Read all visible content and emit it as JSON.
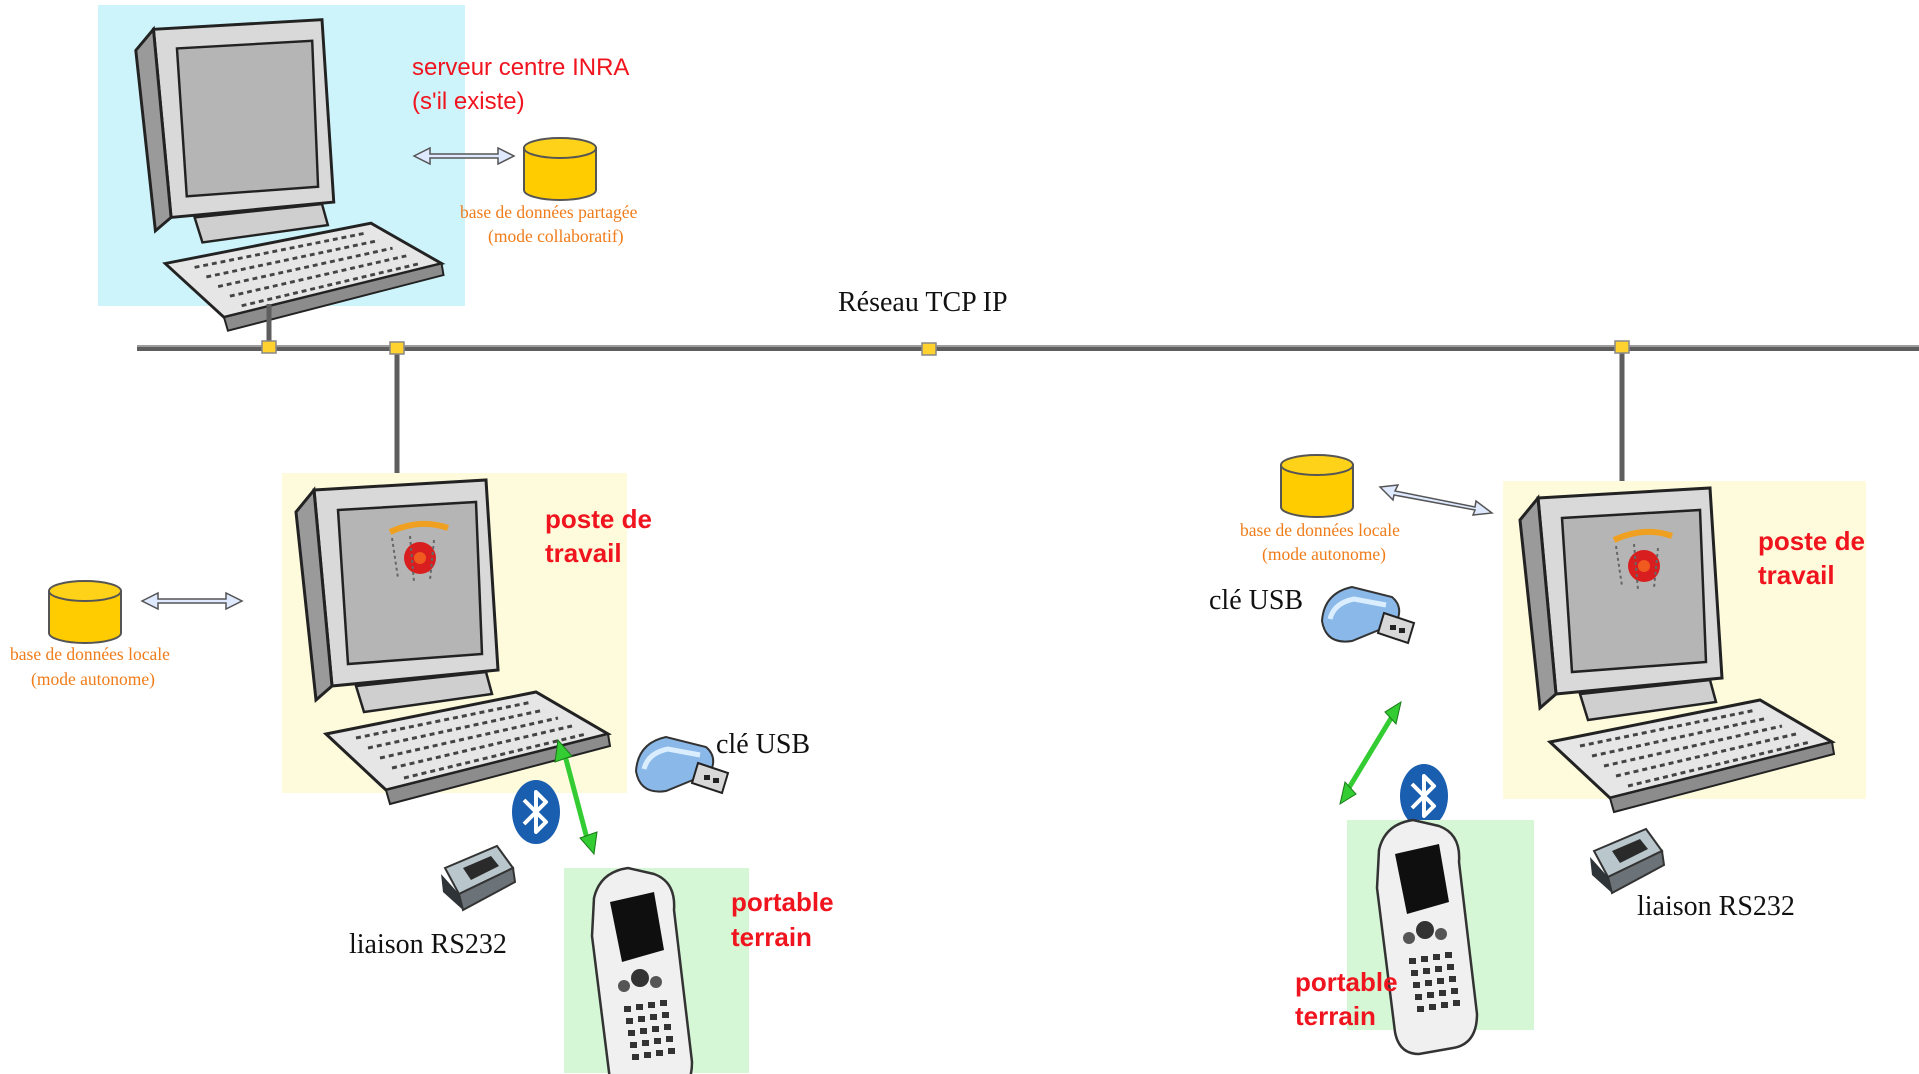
{
  "network": {
    "label": "Réseau TCP IP"
  },
  "server": {
    "name_line1": "serveur centre INRA",
    "name_line2": "(s'il existe)",
    "db_line1": "base de données partagée",
    "db_line2": "(mode collaboratif)"
  },
  "workstation_left": {
    "title_line1": "poste de",
    "title_line2": "travail",
    "db_line1": "base de données locale",
    "db_line2": "(mode autonome)",
    "usb_label": "clé USB",
    "rs232_label": "liaison RS232",
    "handheld_line1": "portable",
    "handheld_line2": "terrain"
  },
  "workstation_right": {
    "title_line1": "poste de",
    "title_line2": "travail",
    "db_line1": "base de données locale",
    "db_line2": "(mode autonome)",
    "usb_label": "clé USB",
    "rs232_label": "liaison RS232",
    "handheld_line1": "portable",
    "handheld_line2": "terrain"
  },
  "colors": {
    "server_bg": "#cdf4fb",
    "workstation_bg": "#fefbdc",
    "handheld_bg": "#d6f7d6",
    "database": "#ffcc00",
    "sync_arrow": "#33cc33",
    "bluetooth": "#1a5eb0",
    "label_orange": "#f07c1a",
    "label_red": "#f0141e"
  },
  "icons": [
    "server-computer-icon",
    "workstation-computer-icon",
    "database-icon",
    "usb-key-icon",
    "bluetooth-icon",
    "rs232-connector-icon",
    "handheld-terminal-icon"
  ]
}
